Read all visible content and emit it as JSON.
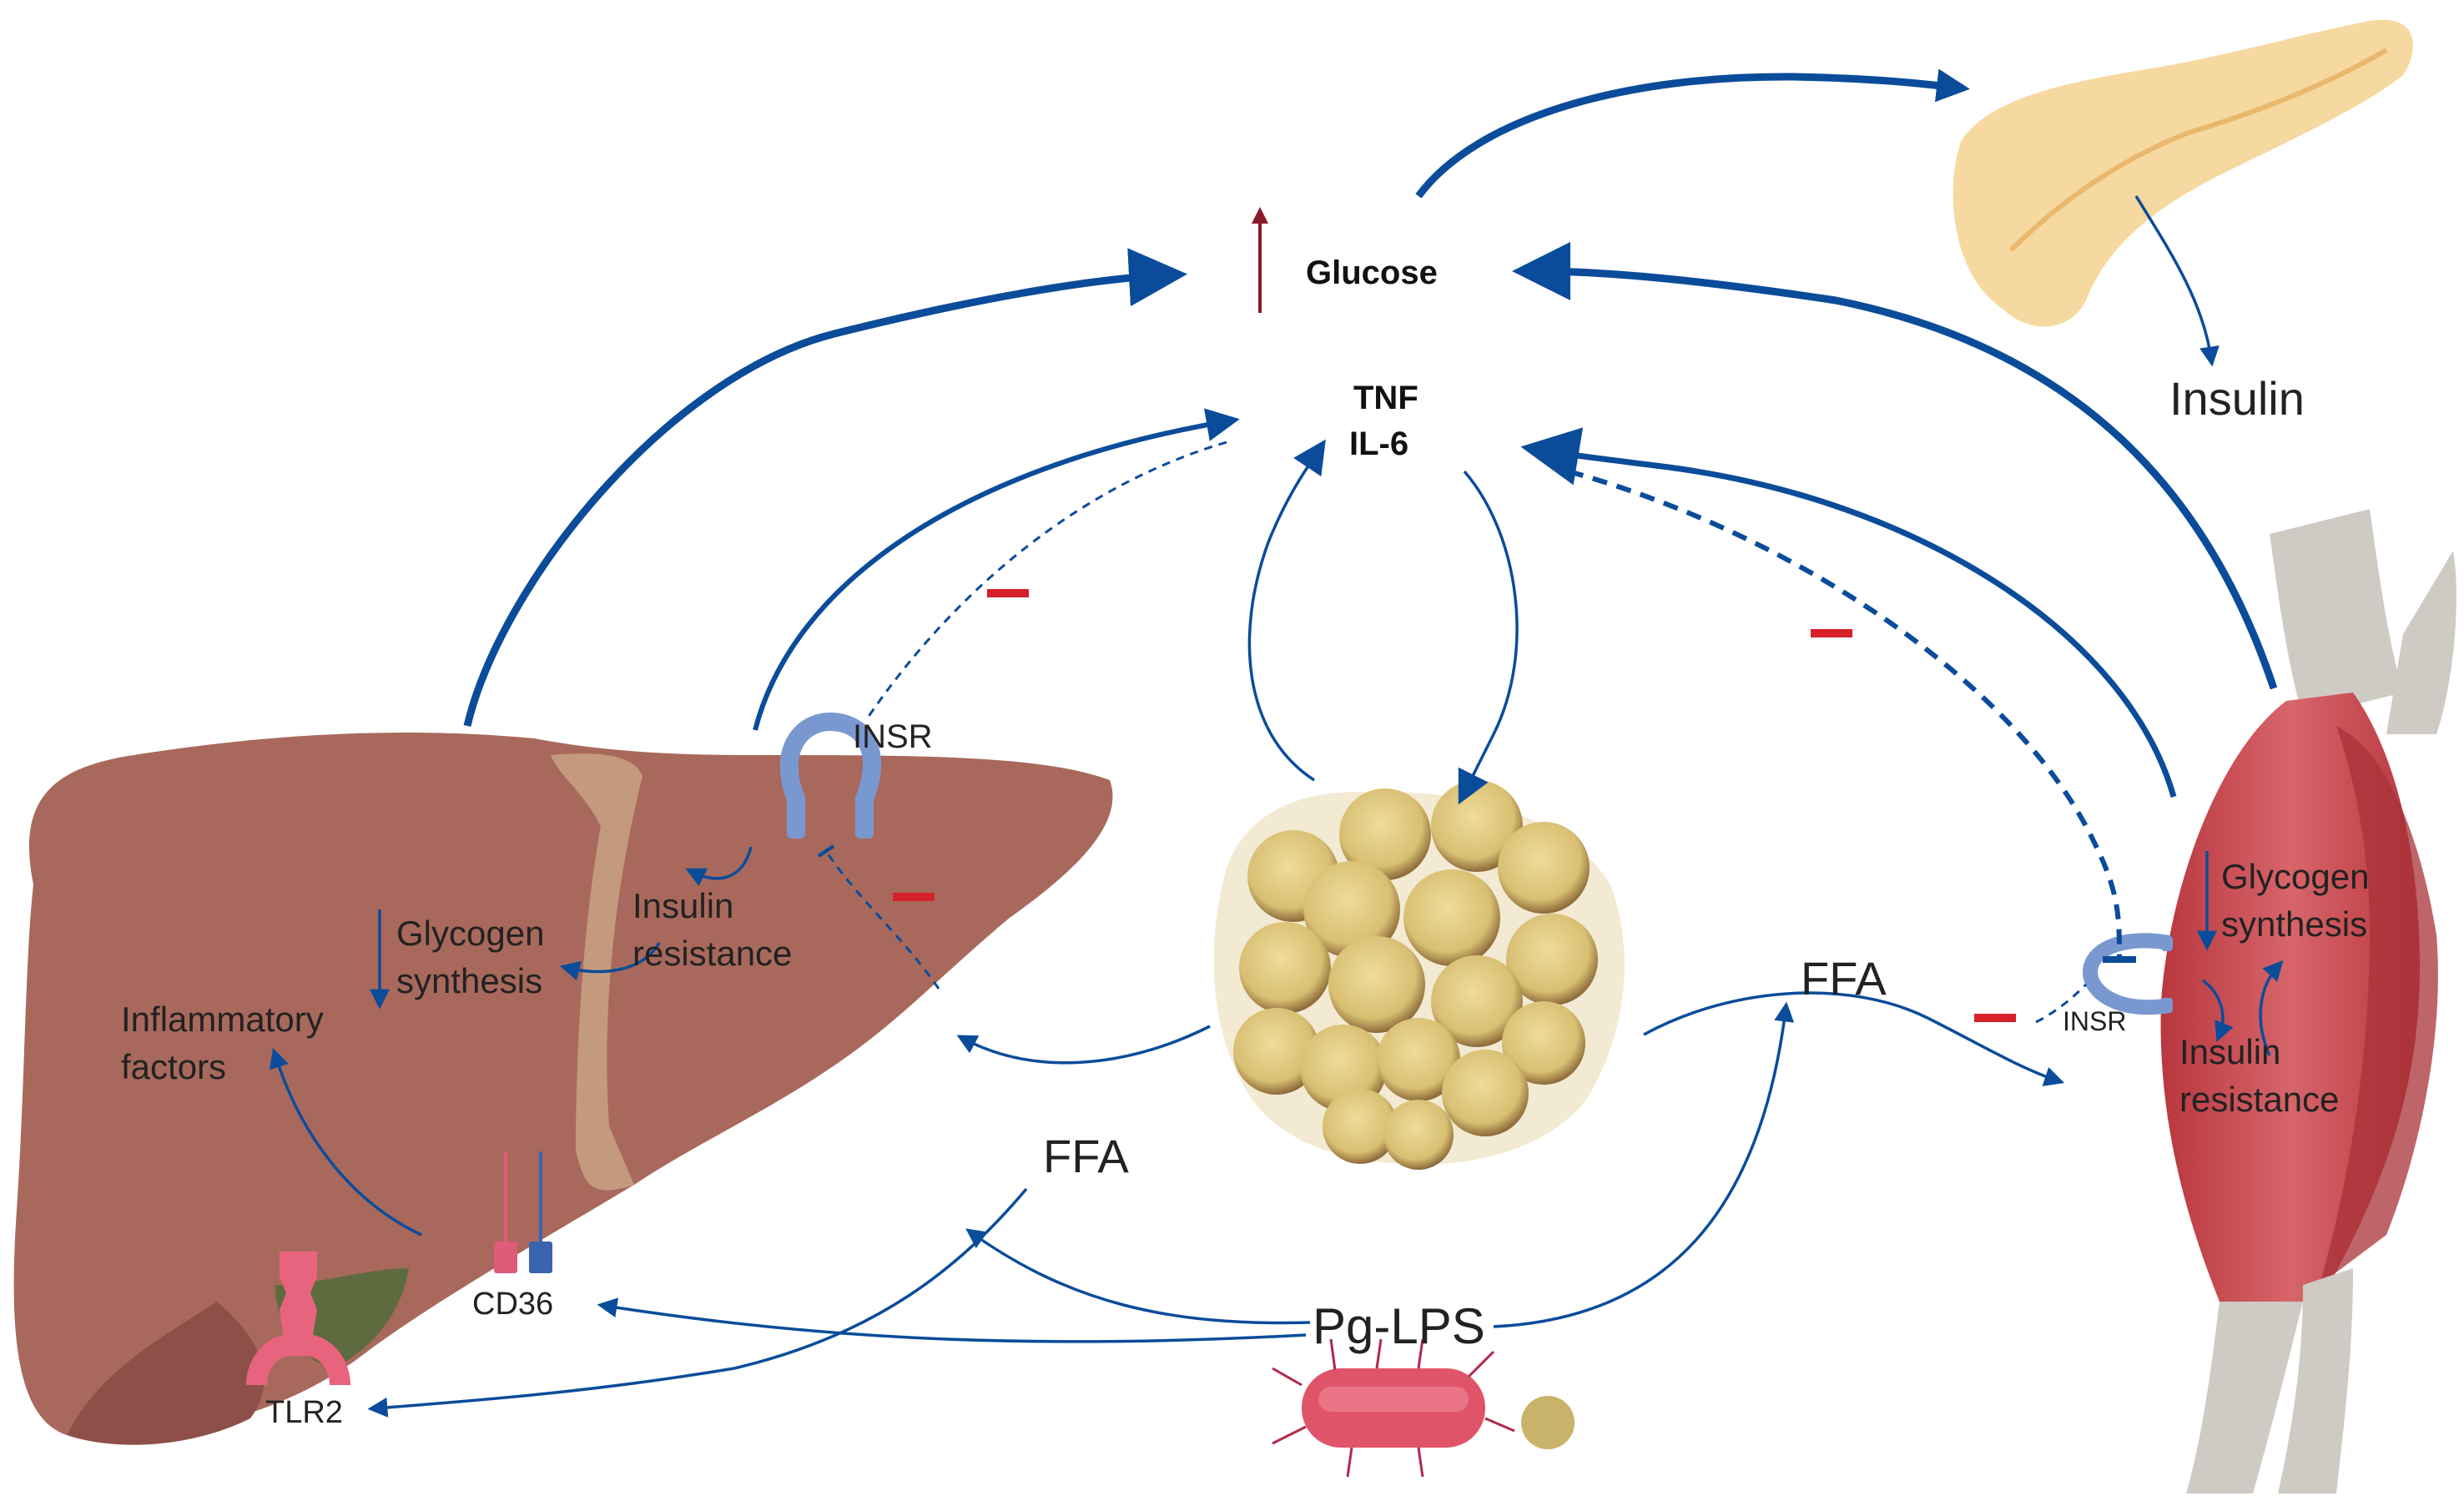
{
  "labels": {
    "glucose": "Glucose",
    "tnf": "TNF",
    "il6": "IL-6",
    "insulin": "Insulin",
    "insr_liver": "INSR",
    "insr_muscle": "INSR",
    "liver_insulin_resistance_1": "Insulin",
    "liver_insulin_resistance_2": "resistance",
    "liver_glycogen_1": "Glycogen",
    "liver_glycogen_2": "synthesis",
    "inflammatory_1": "Inflammatory",
    "inflammatory_2": "factors",
    "cd36": "CD36",
    "tlr2": "TLR2",
    "ffa_left": "FFA",
    "ffa_right": "FFA",
    "pg_lps": "Pg-LPS",
    "muscle_glycogen_1": "Glycogen",
    "muscle_glycogen_2": "synthesis",
    "muscle_insulin_resistance_1": "Insulin",
    "muscle_insulin_resistance_2": "resistance"
  },
  "colors": {
    "arrow": "#0b4c9a",
    "inhibition": "#d6202a",
    "glucose_up_arrow": "#8b1a2a",
    "liver": "#a8695c",
    "fat": "#d8c07a",
    "pancreas": "#f6d9a0",
    "muscle": "#c94a4e",
    "receptor": "#7a98d0"
  }
}
